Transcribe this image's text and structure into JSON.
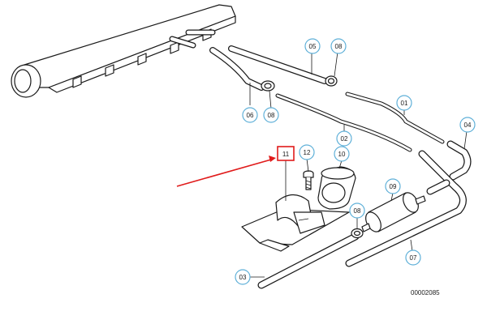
{
  "diagram": {
    "id_label": "00002085",
    "callout_color": "#5fb0d8",
    "highlight_color": "#e01b1b",
    "highlighted_part": "11",
    "callouts": [
      "05",
      "08",
      "06",
      "08",
      "01",
      "02",
      "04",
      "11",
      "12",
      "10",
      "09",
      "08",
      "03",
      "07"
    ]
  }
}
